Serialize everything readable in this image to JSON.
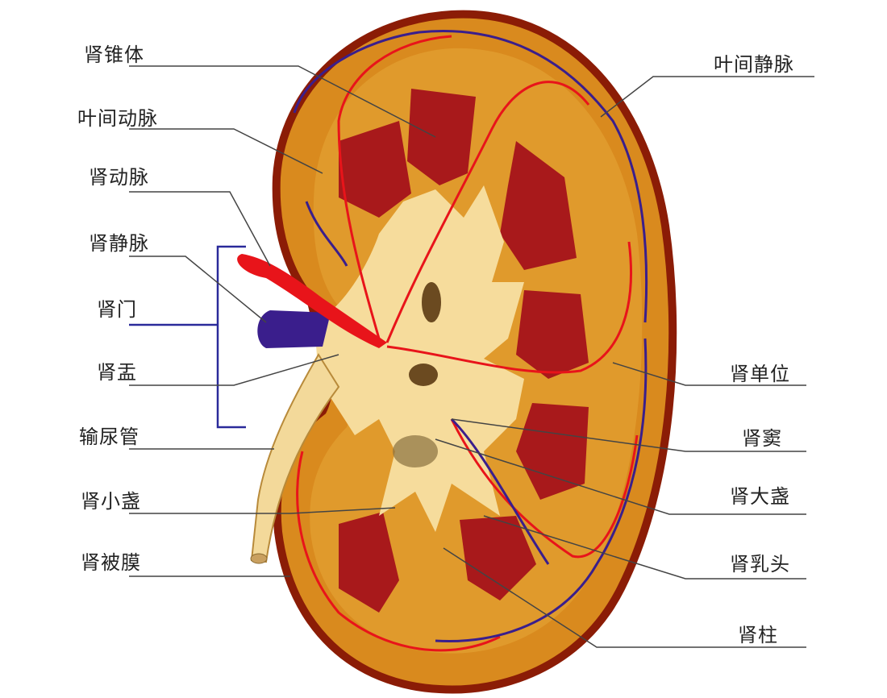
{
  "labels_left": [
    {
      "id": "renal-pyramid",
      "text": "肾锥体"
    },
    {
      "id": "interlobar-artery",
      "text": "叶间动脉"
    },
    {
      "id": "renal-artery",
      "text": "肾动脉"
    },
    {
      "id": "renal-vein",
      "text": "肾静脉"
    },
    {
      "id": "renal-hilum",
      "text": "肾门"
    },
    {
      "id": "renal-pelvis",
      "text": "肾盂"
    },
    {
      "id": "ureter",
      "text": "输尿管"
    },
    {
      "id": "minor-calyx",
      "text": "肾小盏"
    },
    {
      "id": "renal-capsule",
      "text": "肾被膜"
    }
  ],
  "labels_right": [
    {
      "id": "interlobar-vein",
      "text": "叶间静脉"
    },
    {
      "id": "nephron",
      "text": "肾单位"
    },
    {
      "id": "renal-sinus",
      "text": "肾窦"
    },
    {
      "id": "major-calyx",
      "text": "肾大盏"
    },
    {
      "id": "renal-papilla",
      "text": "肾乳头"
    },
    {
      "id": "renal-column",
      "text": "肾柱"
    }
  ],
  "colors": {
    "capsule": "#8b1c06",
    "cortex": "#d98a1e",
    "pyramid": "#a8191b",
    "sinus": "#f6dc9c",
    "artery": "#e8141a",
    "vein": "#3a1e8c",
    "leader": "#444444",
    "hilum_bracket": "#2a2a9a"
  }
}
